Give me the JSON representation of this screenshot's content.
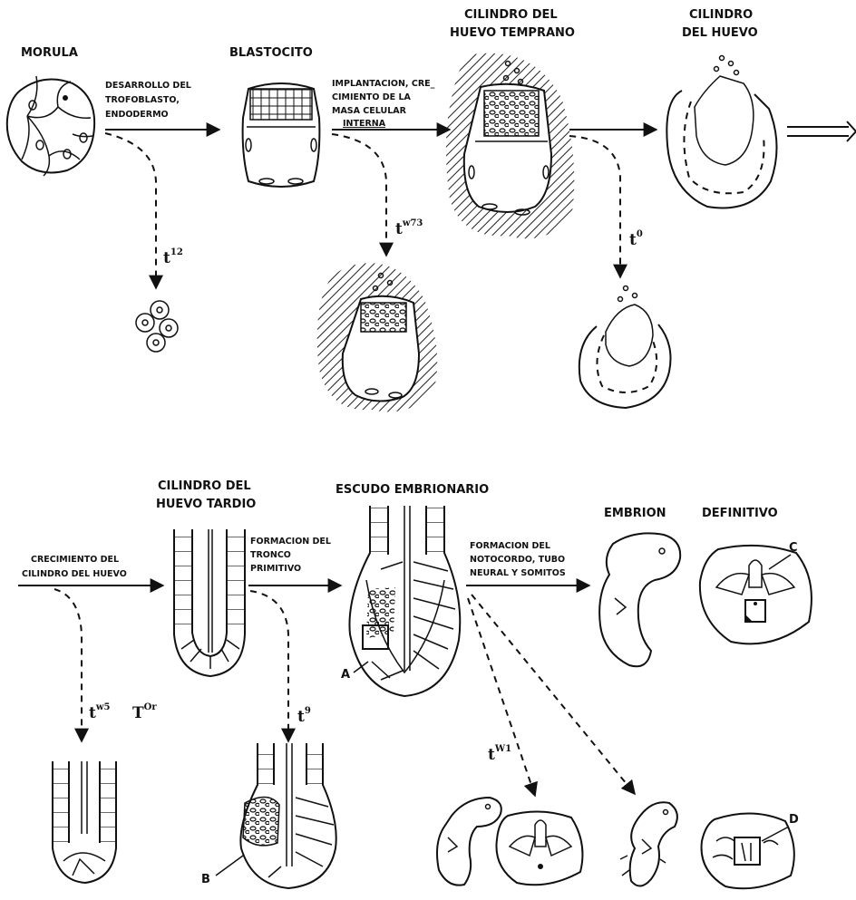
{
  "stages": {
    "morula": "MORULA",
    "blastocito": "BLASTOCITO",
    "early_cylinder_l1": "CILINDRO  DEL",
    "early_cylinder_l2": "HUEVO TEMPRANO",
    "cylinder_l1": "CILINDRO",
    "cylinder_l2": "DEL  HUEVO",
    "late_cylinder_l1": "CILINDRO  DEL",
    "late_cylinder_l2": "HUEVO TARDIO",
    "shield": "ESCUDO  EMBRIONARIO",
    "embryo_a": "EMBRION",
    "embryo_b": "DEFINITIVO"
  },
  "processes": {
    "p1_l1": "DESARROLLO DEL",
    "p1_l2": "TROFOBLASTO,",
    "p1_l3": "ENDODERMO",
    "p2_l1": "IMPLANTACION, CRE_",
    "p2_l2": "CIMIENTO DE LA",
    "p2_l3": "MASA CELULAR",
    "p2_l4": "INTERNA",
    "p3_l1": "CRECIMIENTO DEL",
    "p3_l2": "CILINDRO DEL HUEVO",
    "p4_l1": "FORMACION DEL",
    "p4_l2": "TRONCO",
    "p4_l3": "PRIMITIVO",
    "p5_l1": "FORMACION DEL",
    "p5_l2": "NOTOCORDO, TUBO",
    "p5_l3": "NEURAL Y SOMITOS"
  },
  "mutants": {
    "t12": {
      "base": "t",
      "sup": "12"
    },
    "tw73": {
      "base": "t",
      "sup": "w73"
    },
    "t0": {
      "base": "t",
      "sup": "0"
    },
    "tw5": {
      "base": "t",
      "sup": "w5"
    },
    "tor": {
      "base": "T",
      "sup": "Or"
    },
    "t9": {
      "base": "t",
      "sup": "9"
    },
    "tw1": {
      "base": "t",
      "sup": "W1"
    }
  },
  "markers": {
    "a": "A",
    "b": "B",
    "c": "C",
    "d": "D"
  }
}
